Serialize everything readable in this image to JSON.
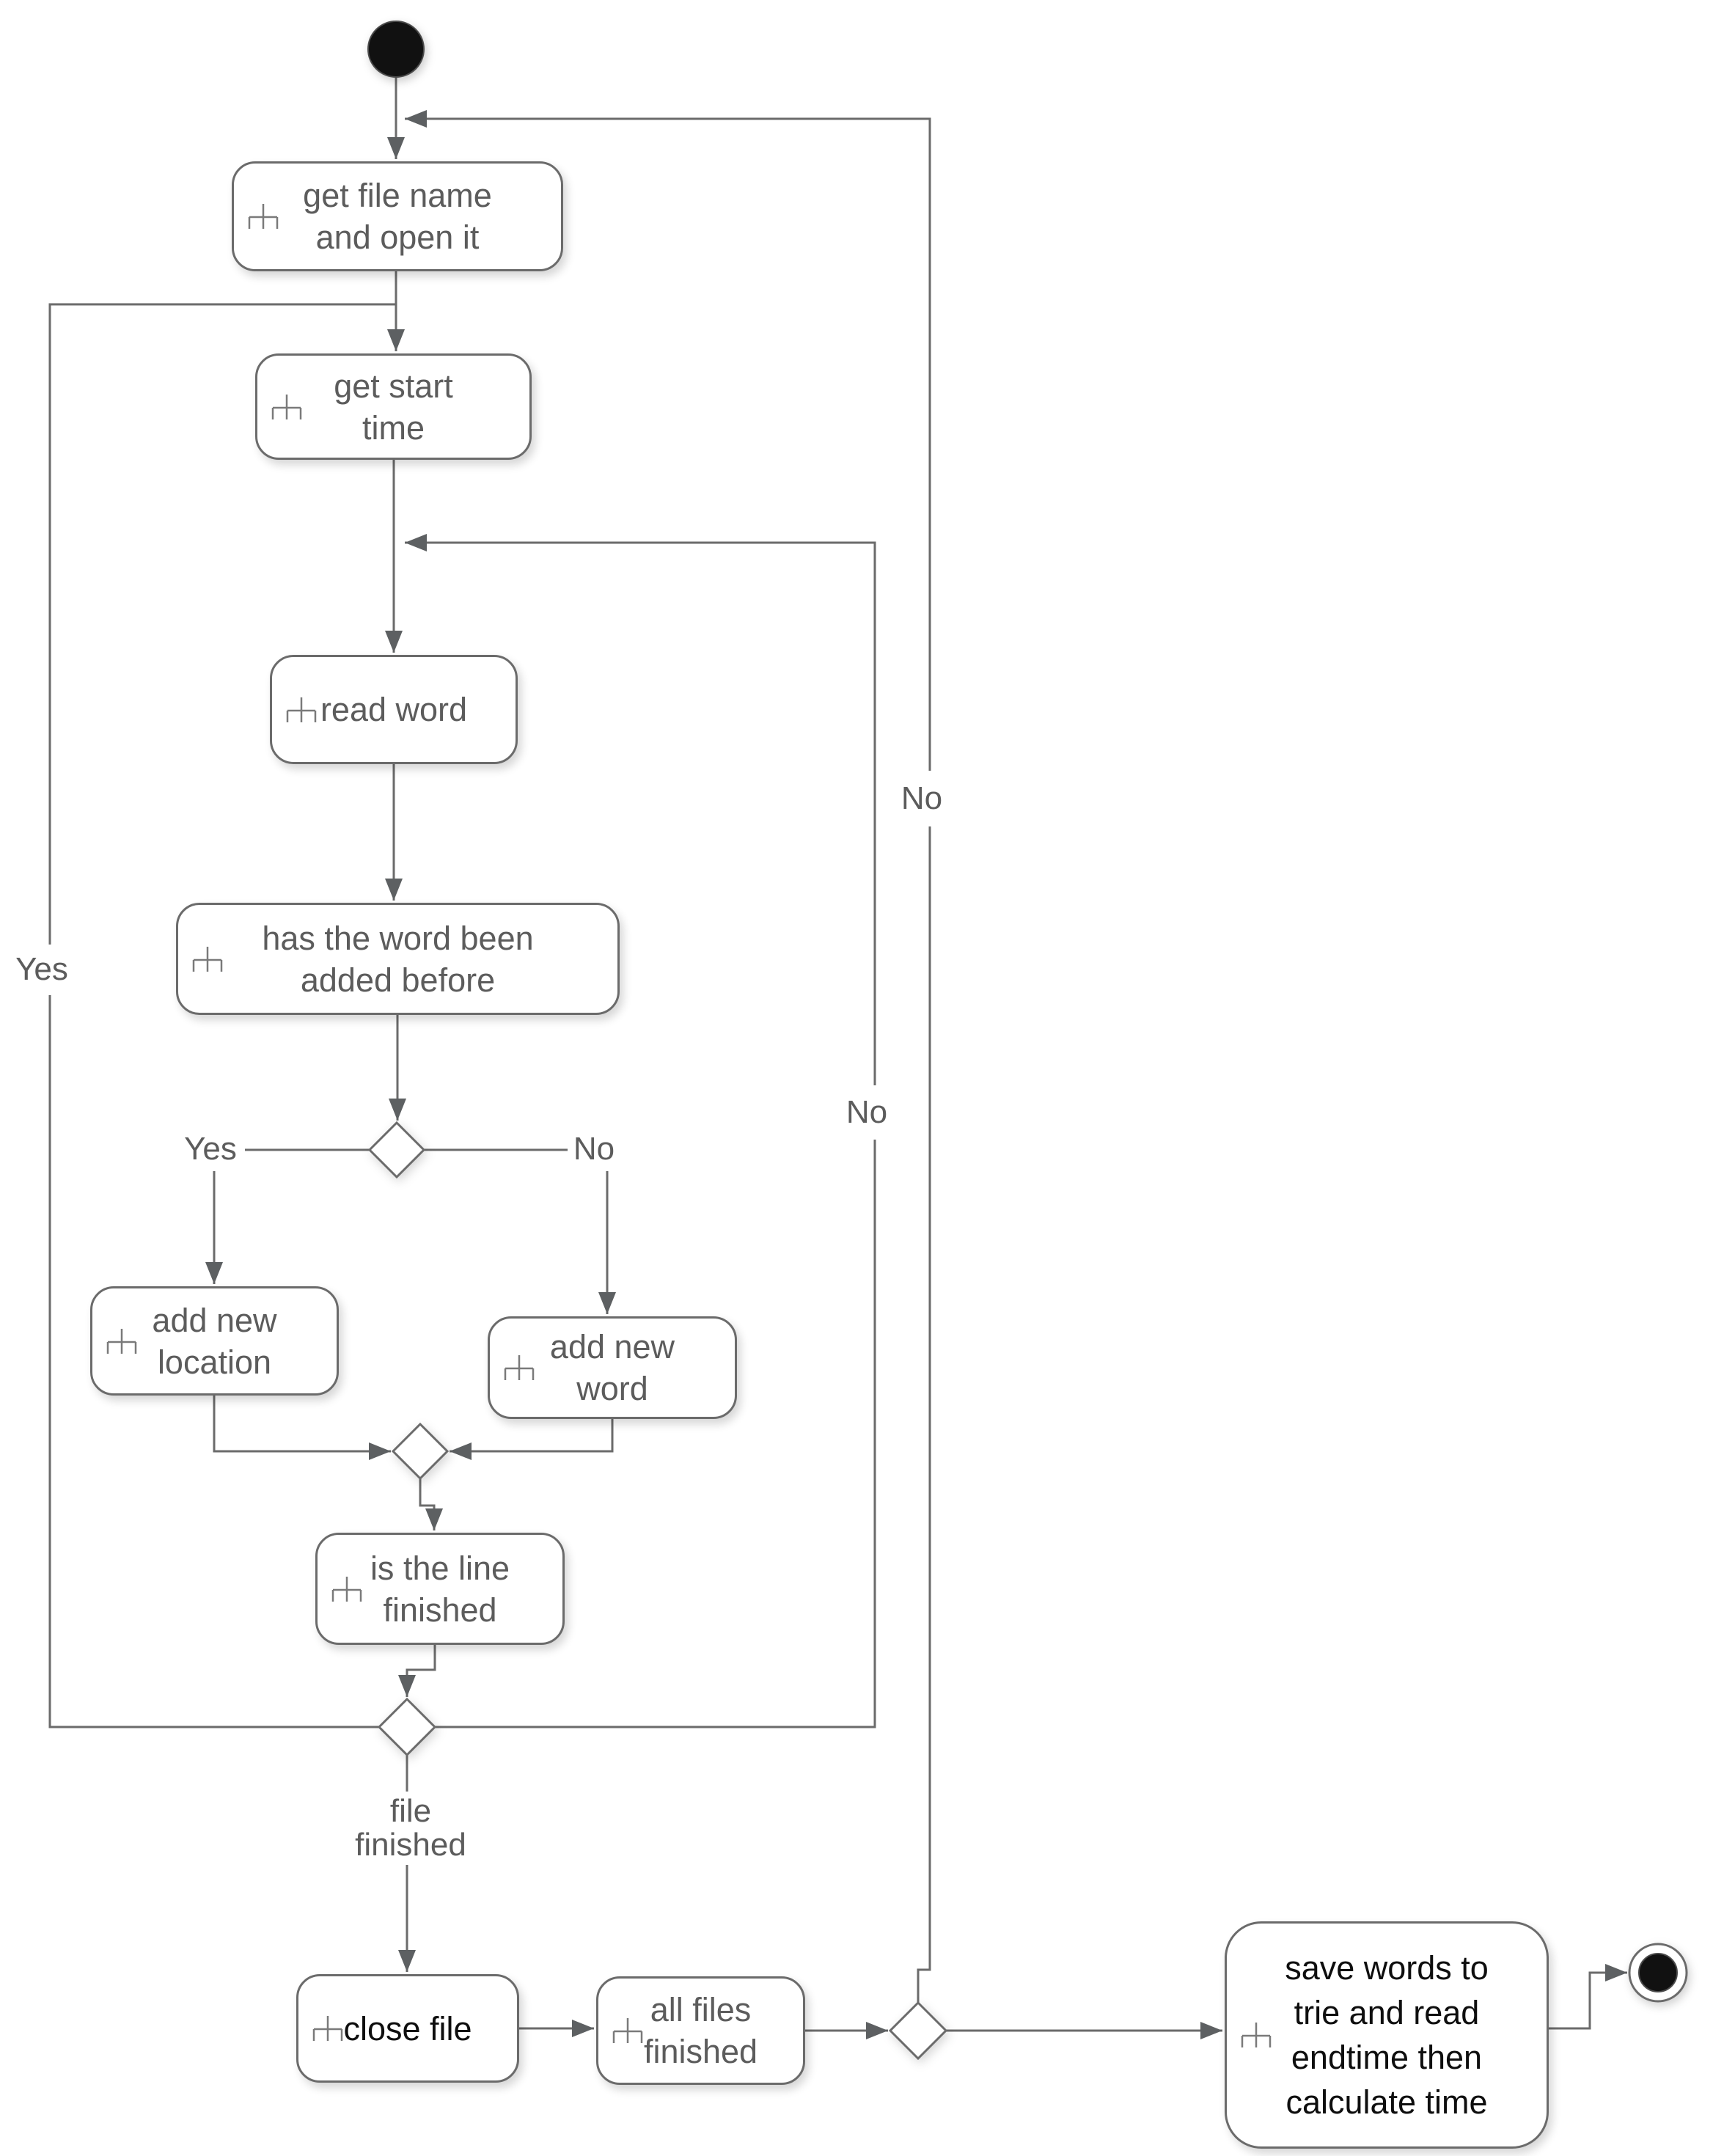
{
  "diagram": {
    "type": "uml-activity-flowchart",
    "colors": {
      "background": "#ffffff",
      "line": "#6b6b6b",
      "arrow": "#5d6062",
      "shape_border": "#6b6b6b",
      "shape_fill": "#ffffff",
      "text_gray": "#5c5c5c",
      "text_black": "#0e0e0e",
      "start_end_fill": "#111111"
    },
    "activities": [
      {
        "id": "get-file-name",
        "lines": [
          "get file name",
          "and open it"
        ]
      },
      {
        "id": "get-start-time",
        "lines": [
          "get start",
          "time"
        ]
      },
      {
        "id": "read-word",
        "lines": [
          "read word"
        ]
      },
      {
        "id": "word-added-before",
        "lines": [
          "has the word been",
          "added before"
        ]
      },
      {
        "id": "add-new-location",
        "lines": [
          "add new",
          "location"
        ]
      },
      {
        "id": "add-new-word",
        "lines": [
          "add new",
          "word"
        ]
      },
      {
        "id": "line-finished",
        "lines": [
          "is the line",
          "finished"
        ]
      },
      {
        "id": "close-file",
        "lines": [
          "close file"
        ]
      },
      {
        "id": "all-files-finished",
        "lines": [
          "all files",
          "finished"
        ]
      },
      {
        "id": "save-words",
        "lines": [
          "save words to",
          "trie and read",
          "endtime then",
          "calculate time"
        ]
      }
    ],
    "labels": {
      "yes_loop": "Yes",
      "yes_branch": "Yes",
      "no_branch": "No",
      "no_line_inner": "No",
      "no_line_outer": "No",
      "file_finished_1": "file",
      "file_finished_2": "finished"
    },
    "nodes": {
      "start": "initial-node",
      "end": "final-node",
      "decisions": [
        "word-added-decision",
        "merge-after-add",
        "line-finished-decision",
        "all-files-decision"
      ]
    }
  }
}
